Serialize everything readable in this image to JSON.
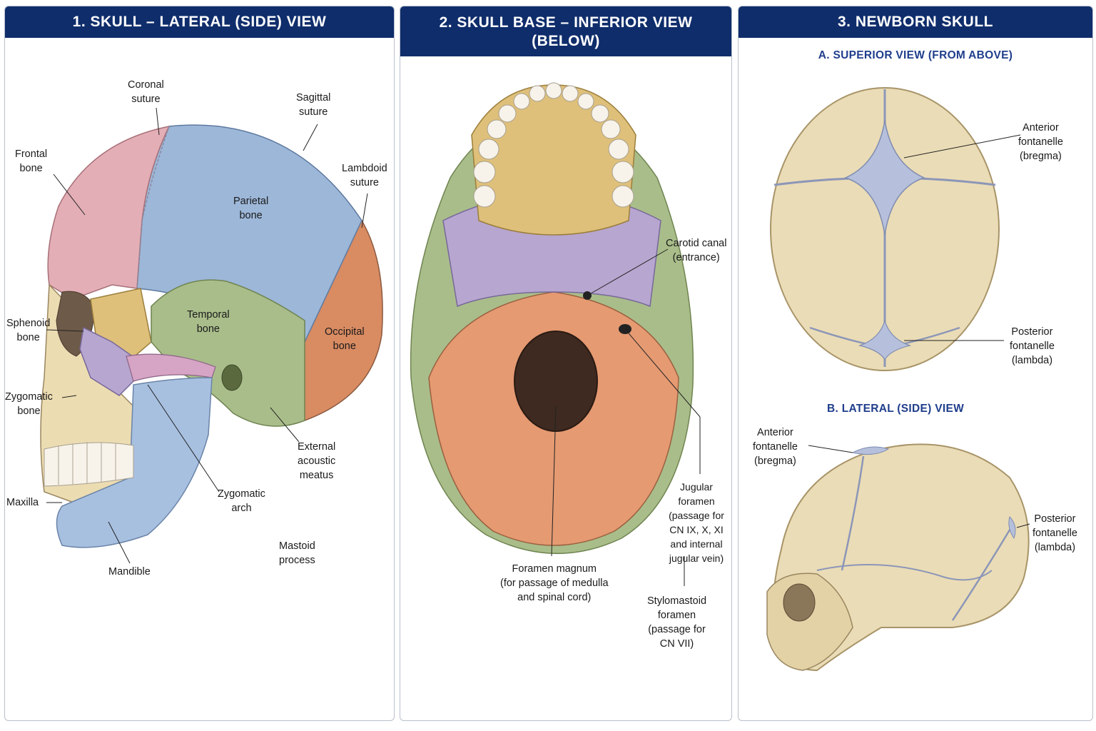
{
  "colors": {
    "header_bg": "#0f2d6b",
    "subheader_text": "#1f3e8c",
    "frontal": "#e3aeb6",
    "parietal": "#9db7d8",
    "temporal": "#a9bd8a",
    "occipital": "#d98b62",
    "sphenoid": "#b7a6cf",
    "zygomatic": "#dfc07a",
    "mandible": "#a8c0e0",
    "newborn_bone": "#eadcb6",
    "fontanelle": "#b6c0dc"
  },
  "panels": [
    {
      "title": "1. SKULL – LATERAL (SIDE) VIEW",
      "labels": {
        "coronal": "Coronal\nsuture",
        "sagittal": "Sagittal\nsuture",
        "frontal": "Frontal\nbone",
        "lambdoid": "Lambdoid\nsuture",
        "parietal": "Parietal\nbone",
        "sphenoid": "Sphenoid\nbone",
        "temporal": "Temporal\nbone",
        "occipital": "Occipital\nbone",
        "zygomatic_bone": "Zygomatic\nbone",
        "external_acoustic": "External\nacoustic\nmeatus",
        "maxilla": "Maxilla",
        "zygomatic_arch": "Zygomatic\narch",
        "mastoid": "Mastoid\nprocess",
        "mandible": "Mandible"
      }
    },
    {
      "title": "2. SKULL BASE – INFERIOR VIEW\n(BELOW)",
      "labels": {
        "carotid": "Carotid canal\n(entrance)",
        "jugular": "Jugular foramen\n(passage for\nCN IX, X, XI\nand internal\njugular vein)",
        "foramen_magnum": "Foramen magnum\n(for passage of medulla\nand spinal cord)",
        "stylomastoid": "Stylomastoid\nforamen\n(passage for\nCN VII)"
      }
    },
    {
      "title": "3. NEWBORN SKULL",
      "sub_a": "A. SUPERIOR VIEW (FROM ABOVE)",
      "sub_b": "B. LATERAL (SIDE) VIEW",
      "labels": {
        "anterior_a": "Anterior\nfontanelle\n(bregma)",
        "posterior_a": "Posterior\nfontanelle\n(lambda)",
        "anterior_b": "Anterior\nfontanelle\n(bregma)",
        "posterior_b": "Posterior\nfontanelle\n(lambda)"
      }
    }
  ]
}
